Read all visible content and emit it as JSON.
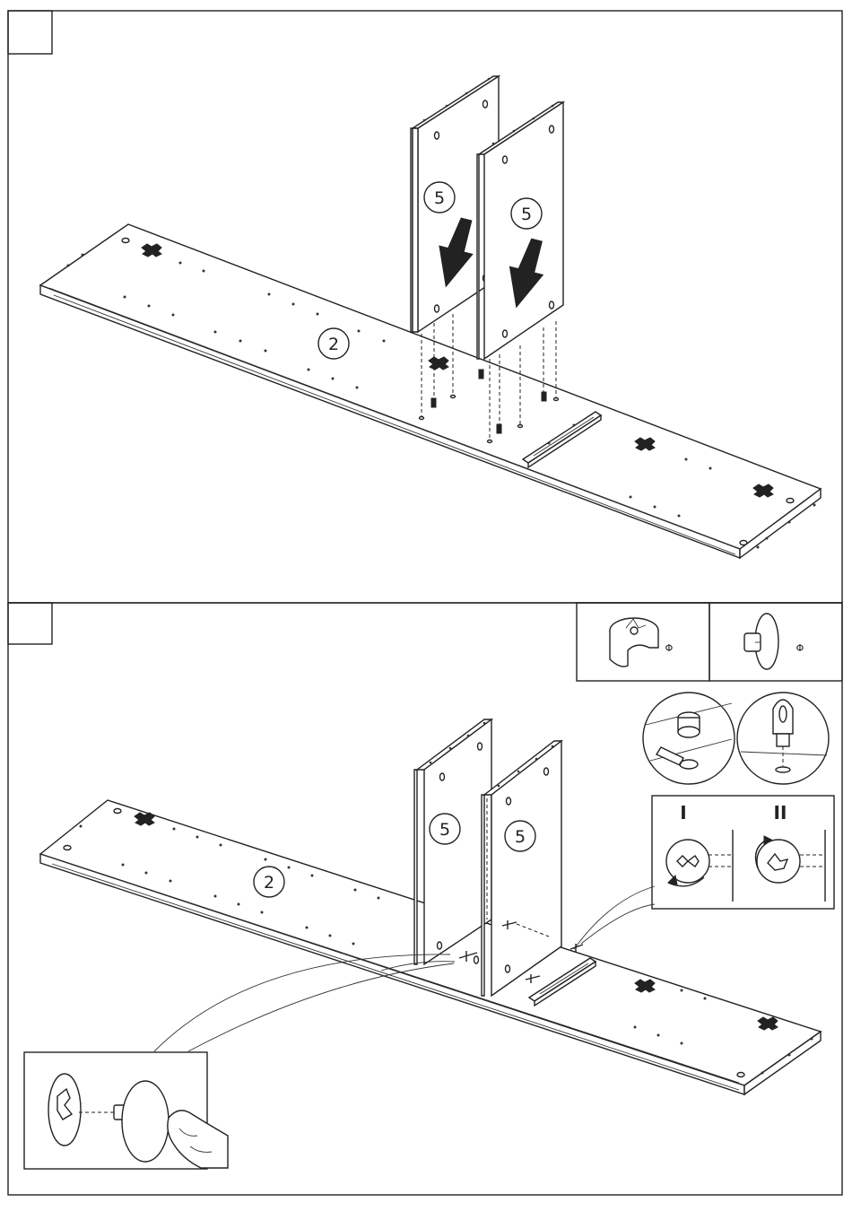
{
  "step1": {
    "part_board": "2",
    "part_panel_a": "5",
    "part_panel_b": "5"
  },
  "step2": {
    "part_board": "2",
    "part_panel_a": "5",
    "part_panel_b": "5",
    "hardware_cam_lock": "Φ",
    "hardware_cover_cap": "Φ",
    "lock_step_one": "I",
    "lock_step_two": "II"
  }
}
